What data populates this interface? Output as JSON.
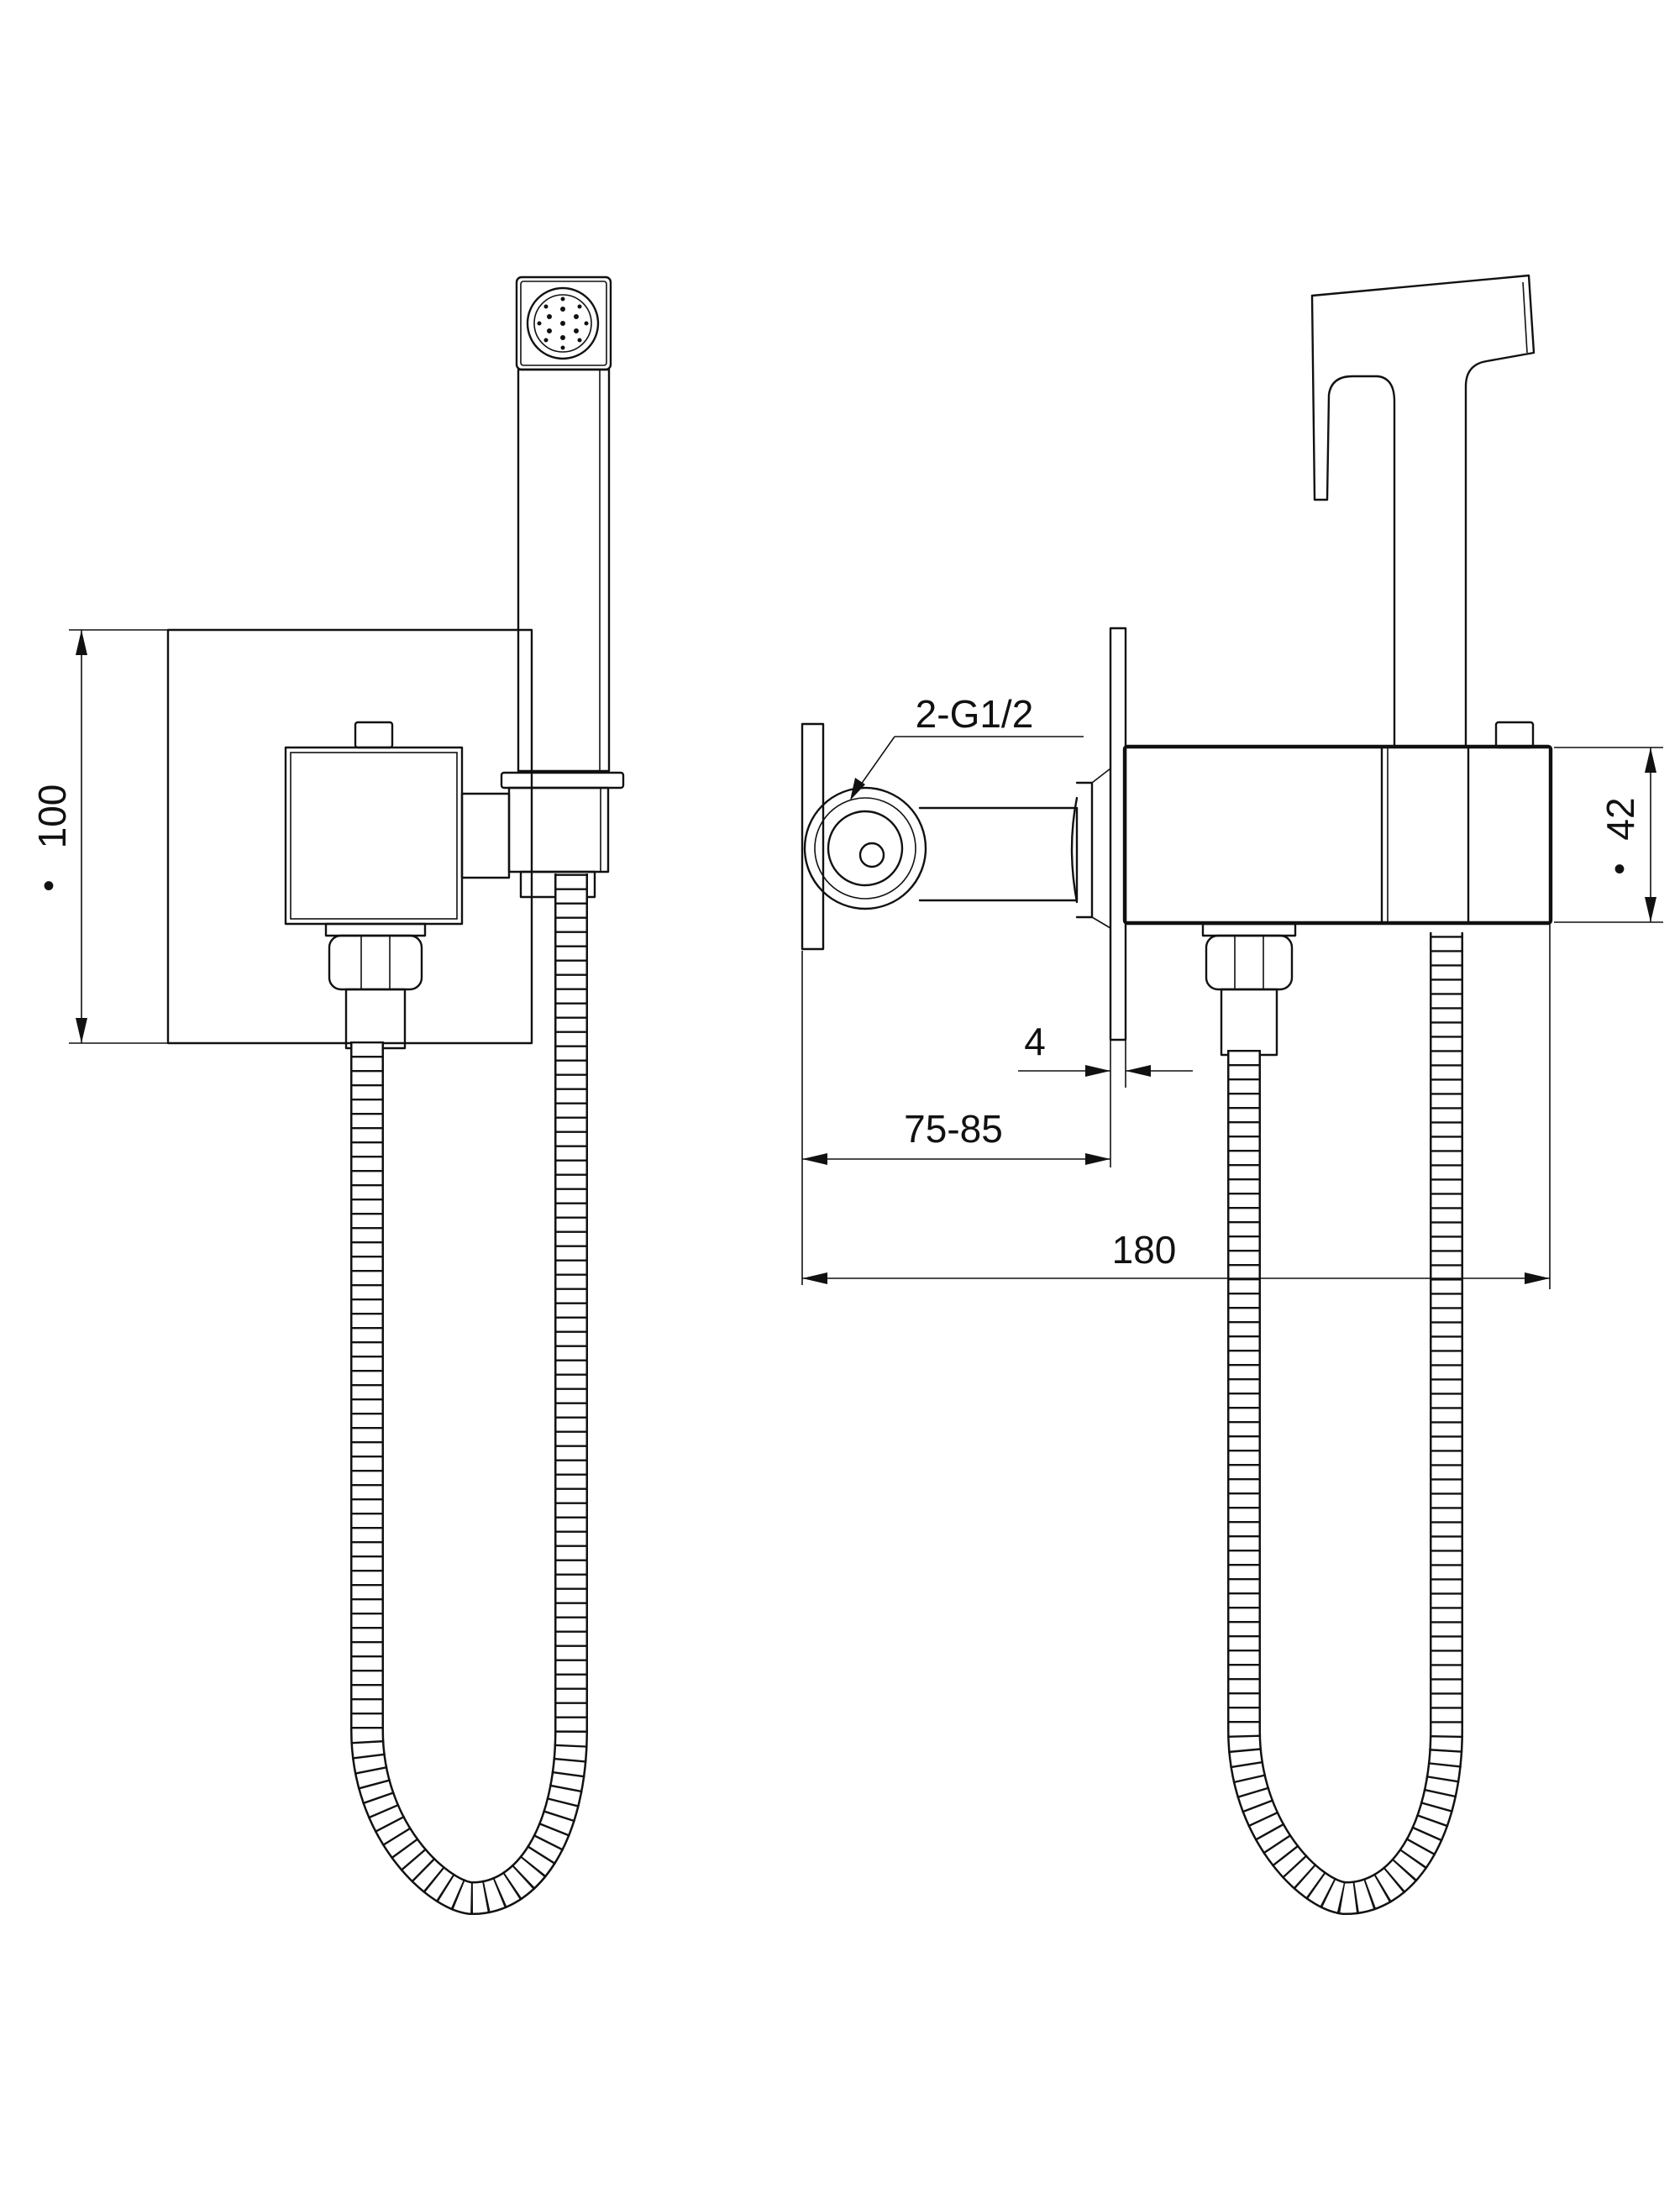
{
  "dimensions": {
    "plate_height": {
      "symbol": "•",
      "value": "100"
    },
    "body_height": {
      "symbol": "•",
      "value": "42"
    },
    "thread": "2-G1/2",
    "plate_thickness": "4",
    "depth_range": "75-85",
    "total_length": "180"
  }
}
